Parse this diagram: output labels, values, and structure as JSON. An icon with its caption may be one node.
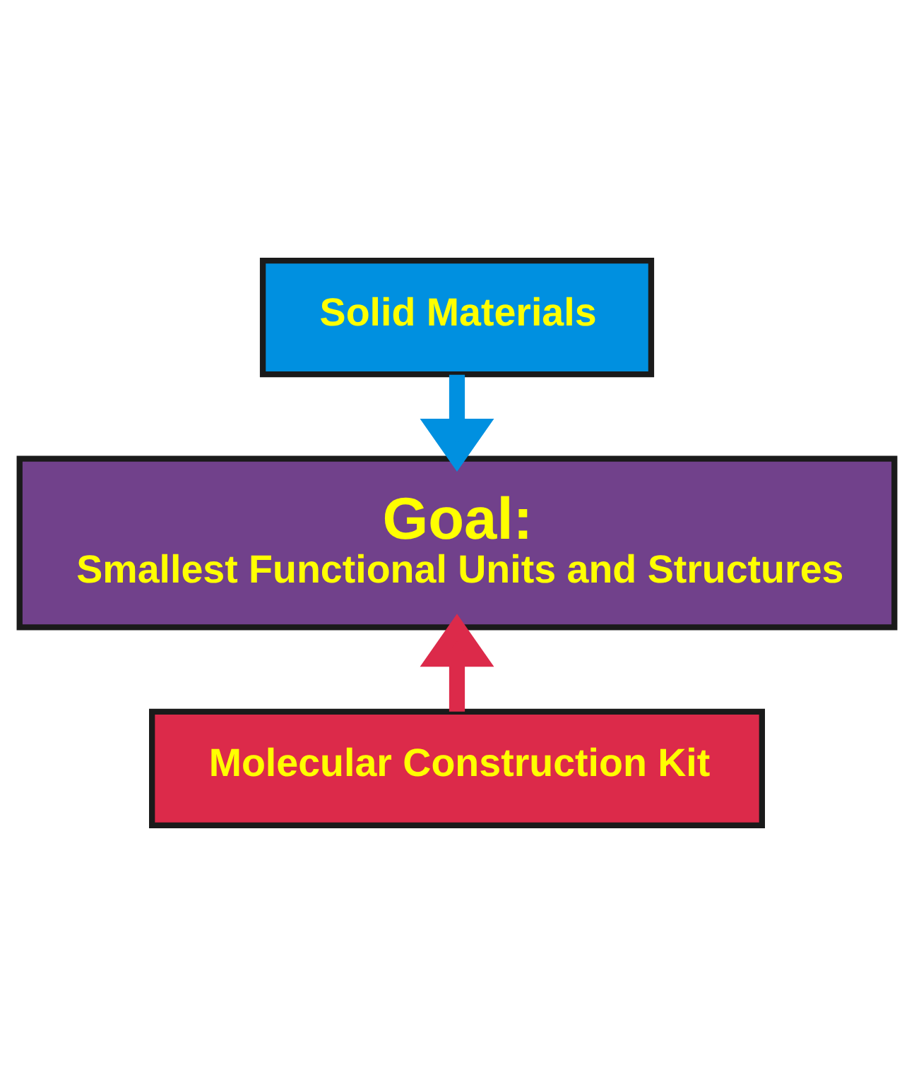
{
  "diagram": {
    "nodes": [
      {
        "text": [
          "Solid Materials"
        ]
      },
      {
        "text": [
          "Goal:",
          "Smallest Functional Units and Structures"
        ]
      },
      {
        "text": [
          "Molecular Construction Kit"
        ]
      }
    ],
    "edges": [
      {
        "from": 0,
        "to": 1,
        "arrow": "to",
        "color": "#0090e0"
      },
      {
        "from": 2,
        "to": 1,
        "arrow": "to",
        "color": "#dc2a4a"
      }
    ]
  }
}
